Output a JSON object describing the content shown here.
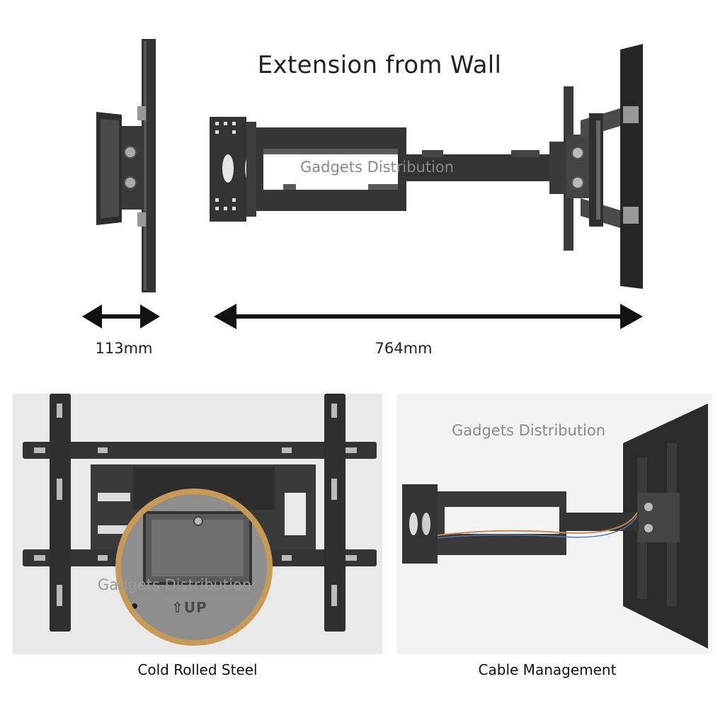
{
  "header": {
    "title": "Extension from Wall"
  },
  "dimensions": {
    "retracted_label": "113mm",
    "extended_label": "764mm"
  },
  "watermarks": {
    "top": "Gadgets Distribution",
    "bottom_left": "Gadgets Distribution",
    "bottom_right": "Gadgets Distribution"
  },
  "panels": {
    "left": {
      "caption": "Cold Rolled Steel",
      "inset_label": "UP"
    },
    "right": {
      "caption": "Cable Management"
    }
  },
  "colors": {
    "metal": "#3a3a3a",
    "metal_dark": "#262626",
    "inset_ring": "#c99a55",
    "panel_bg": "#e9e9e9",
    "cable": "#c88a55"
  }
}
